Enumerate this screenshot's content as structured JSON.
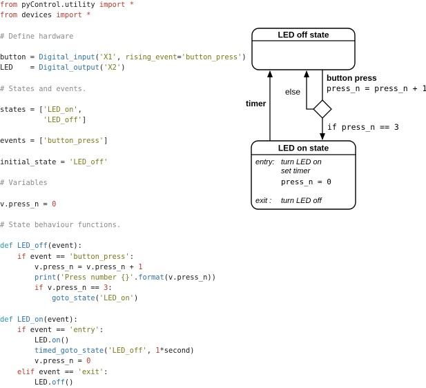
{
  "code_lines": [
    [
      [
        "kw",
        "from"
      ],
      [
        "pl",
        " pyControl.utility "
      ],
      [
        "kw",
        "import"
      ],
      [
        "kw",
        " *"
      ]
    ],
    [
      [
        "kw",
        "from"
      ],
      [
        "pl",
        " devices "
      ],
      [
        "kw",
        "import"
      ],
      [
        "kw",
        " *"
      ]
    ],
    [],
    [
      [
        "com",
        "# Define hardware"
      ]
    ],
    [],
    [
      [
        "pl",
        "button = "
      ],
      [
        "fn",
        "Digital_input"
      ],
      [
        "pl",
        "("
      ],
      [
        "str",
        "'X1'"
      ],
      [
        "pl",
        ", "
      ],
      [
        "str",
        "rising_event"
      ],
      [
        "pl",
        "="
      ],
      [
        "str",
        "'button_press'"
      ],
      [
        "pl",
        ")"
      ]
    ],
    [
      [
        "pl",
        "LED    = "
      ],
      [
        "fn",
        "Digital_output"
      ],
      [
        "pl",
        "("
      ],
      [
        "str",
        "'X2'"
      ],
      [
        "pl",
        ")"
      ]
    ],
    [],
    [
      [
        "com",
        "# States and events."
      ]
    ],
    [],
    [
      [
        "pl",
        "states = ["
      ],
      [
        "str",
        "'LED_on'"
      ],
      [
        "pl",
        ","
      ]
    ],
    [
      [
        "pl",
        "          "
      ],
      [
        "str",
        "'LED_off'"
      ],
      [
        "pl",
        "]"
      ]
    ],
    [],
    [
      [
        "pl",
        "events = ["
      ],
      [
        "str",
        "'button_press'"
      ],
      [
        "pl",
        "]"
      ]
    ],
    [],
    [
      [
        "pl",
        "initial_state = "
      ],
      [
        "str",
        "'LED_off'"
      ]
    ],
    [],
    [
      [
        "com",
        "# Variables"
      ]
    ],
    [],
    [
      [
        "pl",
        "v.press_n = "
      ],
      [
        "num",
        "0"
      ]
    ],
    [],
    [
      [
        "com",
        "# State behaviour functions."
      ]
    ],
    [],
    [
      [
        "def",
        "def"
      ],
      [
        "pl",
        " "
      ],
      [
        "fn",
        "LED_off"
      ],
      [
        "pl",
        "(event):"
      ]
    ],
    [
      [
        "pl",
        "    "
      ],
      [
        "kw",
        "if"
      ],
      [
        "pl",
        " event == "
      ],
      [
        "str",
        "'button_press'"
      ],
      [
        "pl",
        ":"
      ]
    ],
    [
      [
        "pl",
        "        v.press_n = v.press_n + "
      ],
      [
        "num",
        "1"
      ]
    ],
    [
      [
        "pl",
        "        "
      ],
      [
        "fn",
        "print"
      ],
      [
        "pl",
        "("
      ],
      [
        "str",
        "'Press number {}'"
      ],
      [
        "pl",
        "."
      ],
      [
        "fn",
        "format"
      ],
      [
        "pl",
        "(v.press_n))"
      ]
    ],
    [
      [
        "pl",
        "        "
      ],
      [
        "kw",
        "if"
      ],
      [
        "pl",
        " v.press_n == "
      ],
      [
        "num",
        "3"
      ],
      [
        "pl",
        ":"
      ]
    ],
    [
      [
        "pl",
        "            "
      ],
      [
        "fn",
        "goto_state"
      ],
      [
        "pl",
        "("
      ],
      [
        "str",
        "'LED_on'"
      ],
      [
        "pl",
        ")"
      ]
    ],
    [],
    [
      [
        "def",
        "def"
      ],
      [
        "pl",
        " "
      ],
      [
        "fn",
        "LED_on"
      ],
      [
        "pl",
        "(event):"
      ]
    ],
    [
      [
        "pl",
        "    "
      ],
      [
        "kw",
        "if"
      ],
      [
        "pl",
        " event == "
      ],
      [
        "str",
        "'entry'"
      ],
      [
        "pl",
        ":"
      ]
    ],
    [
      [
        "pl",
        "        LED."
      ],
      [
        "fn",
        "on"
      ],
      [
        "pl",
        "()"
      ]
    ],
    [
      [
        "pl",
        "        "
      ],
      [
        "fn",
        "timed_goto_state"
      ],
      [
        "pl",
        "("
      ],
      [
        "str",
        "'LED_off'"
      ],
      [
        "pl",
        ", "
      ],
      [
        "num",
        "1"
      ],
      [
        "pl",
        "*second)"
      ]
    ],
    [
      [
        "pl",
        "        v.press_n = "
      ],
      [
        "num",
        "0"
      ]
    ],
    [
      [
        "pl",
        "    "
      ],
      [
        "kw",
        "elif"
      ],
      [
        "pl",
        " event == "
      ],
      [
        "str",
        "'exit'"
      ],
      [
        "pl",
        ":"
      ]
    ],
    [
      [
        "pl",
        "        LED."
      ],
      [
        "fn",
        "off"
      ],
      [
        "pl",
        "()"
      ]
    ]
  ],
  "colors": {
    "keyword": "#c0392b",
    "function": "#2a72b8",
    "string": "#7a7a18",
    "number": "#c0392b",
    "comment": "#8a8a8a",
    "def": "#2a9aae"
  },
  "diagram": {
    "state_off": {
      "title": "LED off state"
    },
    "state_on": {
      "title": "LED on state",
      "entry_label": "entry:",
      "entry_action_1": "turn LED on",
      "entry_action_2": "set timer",
      "entry_action_3": "press_n = 0",
      "exit_label": "exit  :",
      "exit_action": "turn LED off"
    },
    "timer_label": "timer",
    "button_event": "button press",
    "button_action": "press_n = press_n + 1",
    "else_label": "else",
    "guard_label": "if press_n == 3"
  }
}
